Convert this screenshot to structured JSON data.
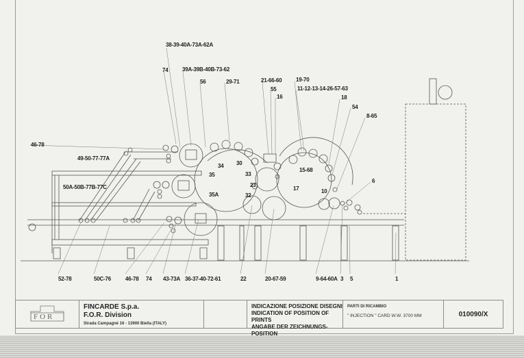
{
  "labels": {
    "top": [
      "38-39-40A-73A-62A",
      "74",
      "39A-39B-40B-73-62",
      "56",
      "29-71",
      "21-66-60",
      "55",
      "16",
      "19-70",
      "11-12-13-14-26-57-63",
      "18",
      "54",
      "8-65"
    ],
    "side": [
      "46-78",
      "49-50-77-77A",
      "50A-50B-77B-77C",
      "6"
    ],
    "inner": [
      "34",
      "30",
      "35",
      "33",
      "23",
      "35A",
      "32",
      "15-68",
      "17",
      "10"
    ],
    "bottom": [
      "52-78",
      "50C-76",
      "46-78",
      "74",
      "43-73A",
      "36-37-40-72-61",
      "22",
      "20-67-59",
      "9-64-60A",
      "3",
      "5",
      "1"
    ]
  },
  "title_block": {
    "logo_text": "FOR",
    "company": "FINCARDE S.p.a.",
    "division": "F.O.R. Division",
    "address": "Strada Campagnè 16 - 13900 Biella (ITALY)",
    "heading_it": "INDICAZIONE POSIZIONE DISEGNI",
    "heading_en": "INDICATION OF POSITION OF PRINTS",
    "heading_de": "ANGABE DER ZEICHNUNGS-POSITION",
    "parts_title": "PARTI DI RICAMBIO",
    "parts_desc": "\" INJECTION \" CARD W.W. 3700 MM",
    "drawing_number": "010090/X"
  }
}
